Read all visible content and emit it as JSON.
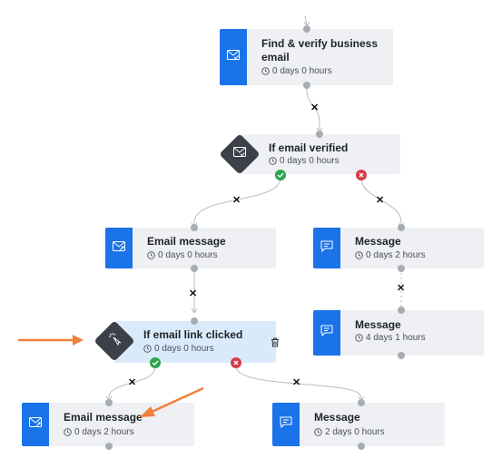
{
  "theme": {
    "accent": "#1a73e8",
    "condition_dark": "#3c4048",
    "yes_color": "#2ea44f",
    "no_color": "#d73a49",
    "annotation_arrow": "#f0803c"
  },
  "nodes": {
    "verify": {
      "title": "Find & verify business email",
      "duration": "0 days 0 hours",
      "icon": "email-verify-icon"
    },
    "if_verified": {
      "title": "If email verified",
      "duration": "0 days 0 hours",
      "icon": "email-verify-icon"
    },
    "email1": {
      "title": "Email message",
      "duration": "0 days 0 hours",
      "icon": "email-send-icon"
    },
    "msg1": {
      "title": "Message",
      "duration": "0 days 2 hours",
      "icon": "chat-message-icon"
    },
    "msg2": {
      "title": "Message",
      "duration": "4 days 1 hours",
      "icon": "chat-message-icon"
    },
    "if_clicked": {
      "title": "If email link clicked",
      "duration": "0 days 0 hours",
      "icon": "cursor-click-icon"
    },
    "email2": {
      "title": "Email message",
      "duration": "0 days 2 hours",
      "icon": "email-send-icon"
    },
    "msg3": {
      "title": "Message",
      "duration": "2 days 0 hours",
      "icon": "chat-message-icon"
    }
  },
  "delete_icon": "trash-icon",
  "remove_icon": "close-x-icon"
}
